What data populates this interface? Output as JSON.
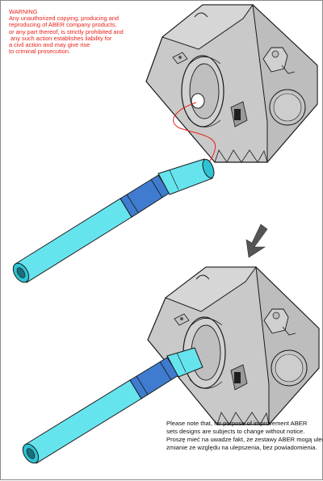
{
  "warning": {
    "lines": [
      "WARNING",
      "Any unauthorized copying, producing and",
      "reproducing of ABER company products,",
      "or any part thereof, is strictly prohibited and",
      " any such action establishes liability for",
      "a civil action and may give rise",
      "to criminal prosecution."
    ],
    "color": "#e8231c"
  },
  "notice": {
    "lines": [
      "Please note that, for purpose of improvement ABER",
      "sets designs are subjects to change without notice.",
      "Proszę mieć na uwadze fakt, że zestawy ABER mogą ulec",
      "zmianie ze względu na ulepszenia, bez powiadomienia."
    ]
  },
  "colors": {
    "barrel": "#66e4ee",
    "barrel_dark": "#2ec3d3",
    "band": "#3f7ccf",
    "hull": "#c9c9c9",
    "hull_face": "#bdbdbd",
    "outline": "#1a1a1a",
    "guide_line": "#e8231c",
    "arrow": "#555555"
  },
  "illustrations": [
    "exploded-assembly",
    "assembled-result"
  ]
}
